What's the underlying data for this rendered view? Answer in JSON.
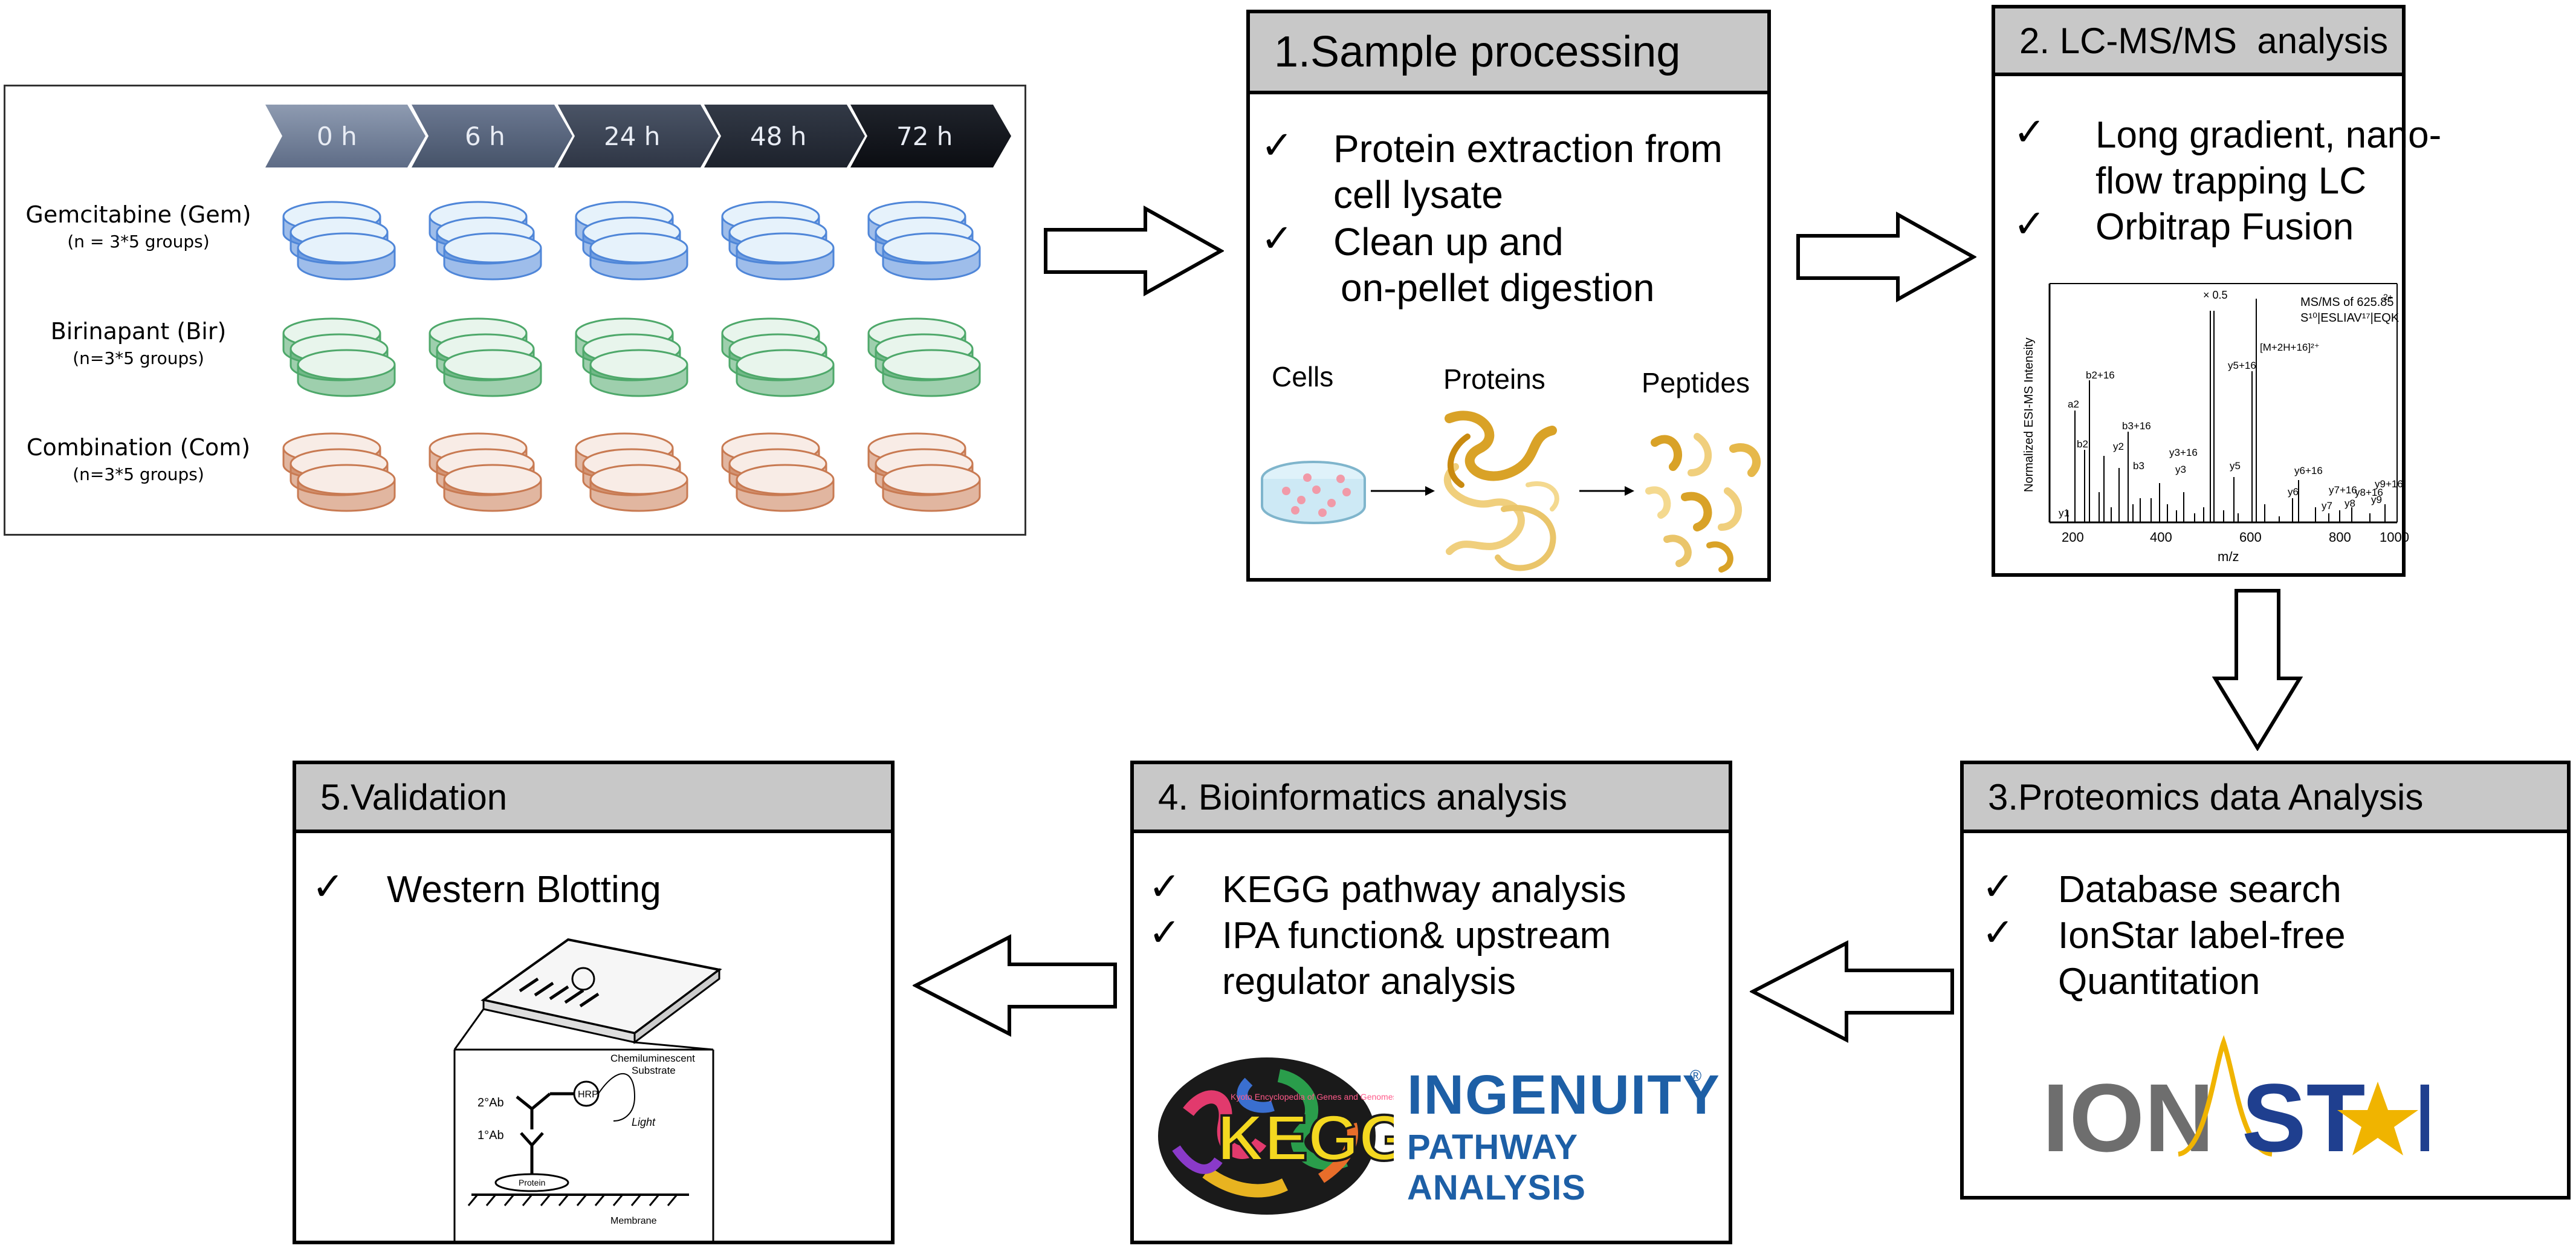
{
  "design": {
    "timepoints": [
      "0 h",
      "6 h",
      "24 h",
      "48 h",
      "72 h"
    ],
    "groups": [
      {
        "name": "Gemcitabine (Gem)",
        "detail": "(n = 3*5 groups)",
        "color": "#4f86d8"
      },
      {
        "name": "Birinapant (Bir)",
        "detail": "(n=3*5 groups)",
        "color": "#4ea86a"
      },
      {
        "name": "Combination (Com)",
        "detail": "(n=3*5 groups)",
        "color": "#c87a52"
      }
    ]
  },
  "step1": {
    "title": "1.Sample processing",
    "items": [
      "Protein extraction from",
      "cell lysate",
      "Clean up and",
      "on-pellet digestion"
    ],
    "labels": {
      "cells": "Cells",
      "proteins": "Proteins",
      "peptides": "Peptides"
    }
  },
  "step2": {
    "title": "2. LC-MS/MS  analysis",
    "items": [
      "Long gradient, nano-",
      "flow trapping LC",
      "Orbitrap Fusion"
    ],
    "spectrum": {
      "ylabel": "Normalized ESI-MS Intensity",
      "xlabel": "m/z",
      "xticks": [
        "200",
        "400",
        "600",
        "800",
        "1000"
      ],
      "annotation1": "MS/MS of 625.85",
      "annotation1_sup": "2+",
      "annotation2": "S¹⁰|ESLIAV¹⁷|EQK",
      "zoom": "× 0.5",
      "peak_labels": [
        "a2",
        "b2+16",
        "b2",
        "y2",
        "b3+16",
        "b3",
        "y3+16",
        "y3",
        "y5+16",
        "[M+2H+16]²⁺",
        "y5",
        "y6+16",
        "y6",
        "y7+16",
        "y7",
        "y8+16",
        "y8",
        "y9+16",
        "y9",
        "y1"
      ]
    }
  },
  "step3": {
    "title": "3.Proteomics data Analysis",
    "items": [
      "Database search",
      "IonStar label-free",
      "Quantitation"
    ],
    "logo": "IONSTAR"
  },
  "step4": {
    "title": "4. Bioinformatics analysis",
    "items": [
      "KEGG pathway analysis",
      "IPA function& upstream",
      "regulator analysis"
    ],
    "kegg_logo": "KEGG",
    "kegg_sub": "Kyoto Encyclopedia of Genes and Genomes",
    "ipa_title": "INGENUITY",
    "ipa_sub": "PATHWAY ANALYSIS"
  },
  "step5": {
    "title": "5.Validation",
    "items": [
      "Western Blotting"
    ],
    "wb_labels": {
      "secondary": "2°Ab",
      "primary": "1°Ab",
      "hrp": "HRP",
      "substrate": "Chemiluminescent\nSubstrate",
      "light": "Light",
      "protein": "Protein",
      "membrane": "Membrane"
    }
  },
  "colors": {
    "header": "#c8c8c8",
    "gem": "#4f86d8",
    "bir": "#4ea86a",
    "com": "#c87a52",
    "ionstar_gray": "#6e6e6e",
    "ionstar_blue": "#1f3f8f",
    "ionstar_star": "#f0b400",
    "ipa_blue": "#1d5fa6"
  },
  "check_mark": "✓"
}
